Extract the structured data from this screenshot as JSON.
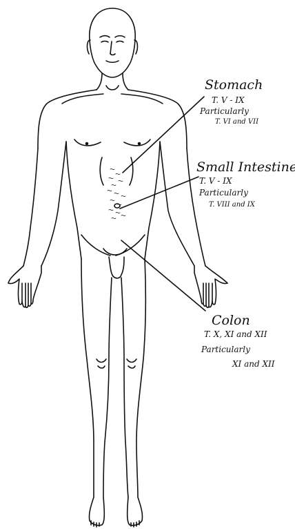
{
  "labels": {
    "stomach": {
      "name": "Stomach",
      "segments": "T. V - IX",
      "qualifier": "Particularly",
      "specific": "T. VI and VII"
    },
    "small_intestine": {
      "name": "Small Intestine",
      "segments": "T. V - IX",
      "qualifier": "Particularly",
      "specific": "T. VIII and IX"
    },
    "colon": {
      "name": "Colon",
      "segments": "T. X, XI and XII",
      "qualifier": "Particularly",
      "specific": "XI and XII"
    }
  },
  "colors": {
    "ink": "#111111",
    "paper": "#ffffff"
  }
}
